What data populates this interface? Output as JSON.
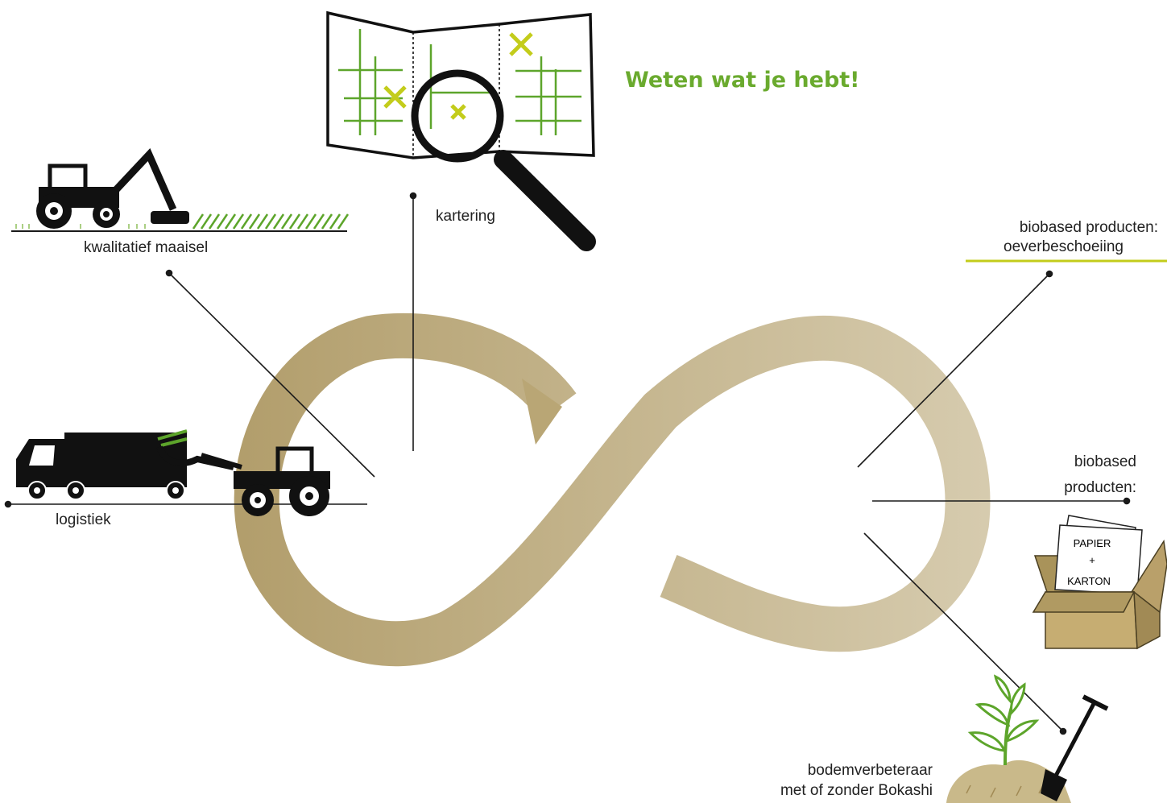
{
  "headline": "Weten wat je hebt!",
  "colors": {
    "accent_green": "#6aaa2e",
    "lime": "#c3cc1b",
    "loop_dark": "#b29e6c",
    "loop_light": "#d6cbae",
    "line": "#1a1a1a"
  },
  "labels": {
    "mowing": "kwalitatief maaisel",
    "mapping": "kartering",
    "logistics": "logistiek",
    "biobased_bank_line1": "biobased producten:",
    "biobased_bank_line2": "oeverbeschoeiing",
    "biobased_paper_line1": "biobased",
    "biobased_paper_line2": "producten:",
    "soil_line1": "bodemverbeteraar",
    "soil_line2": "met of zonder Bokashi"
  },
  "box": {
    "line1": "PAPIER",
    "line2": "+",
    "line3": "KARTON"
  },
  "icons": {
    "mower": "tractor-mower-icon",
    "map": "map-magnifier-icon",
    "truck": "truck-loader-icon",
    "box": "cardboard-box-icon",
    "plant": "plant-shovel-icon",
    "loop": "infinity-loop-icon"
  }
}
